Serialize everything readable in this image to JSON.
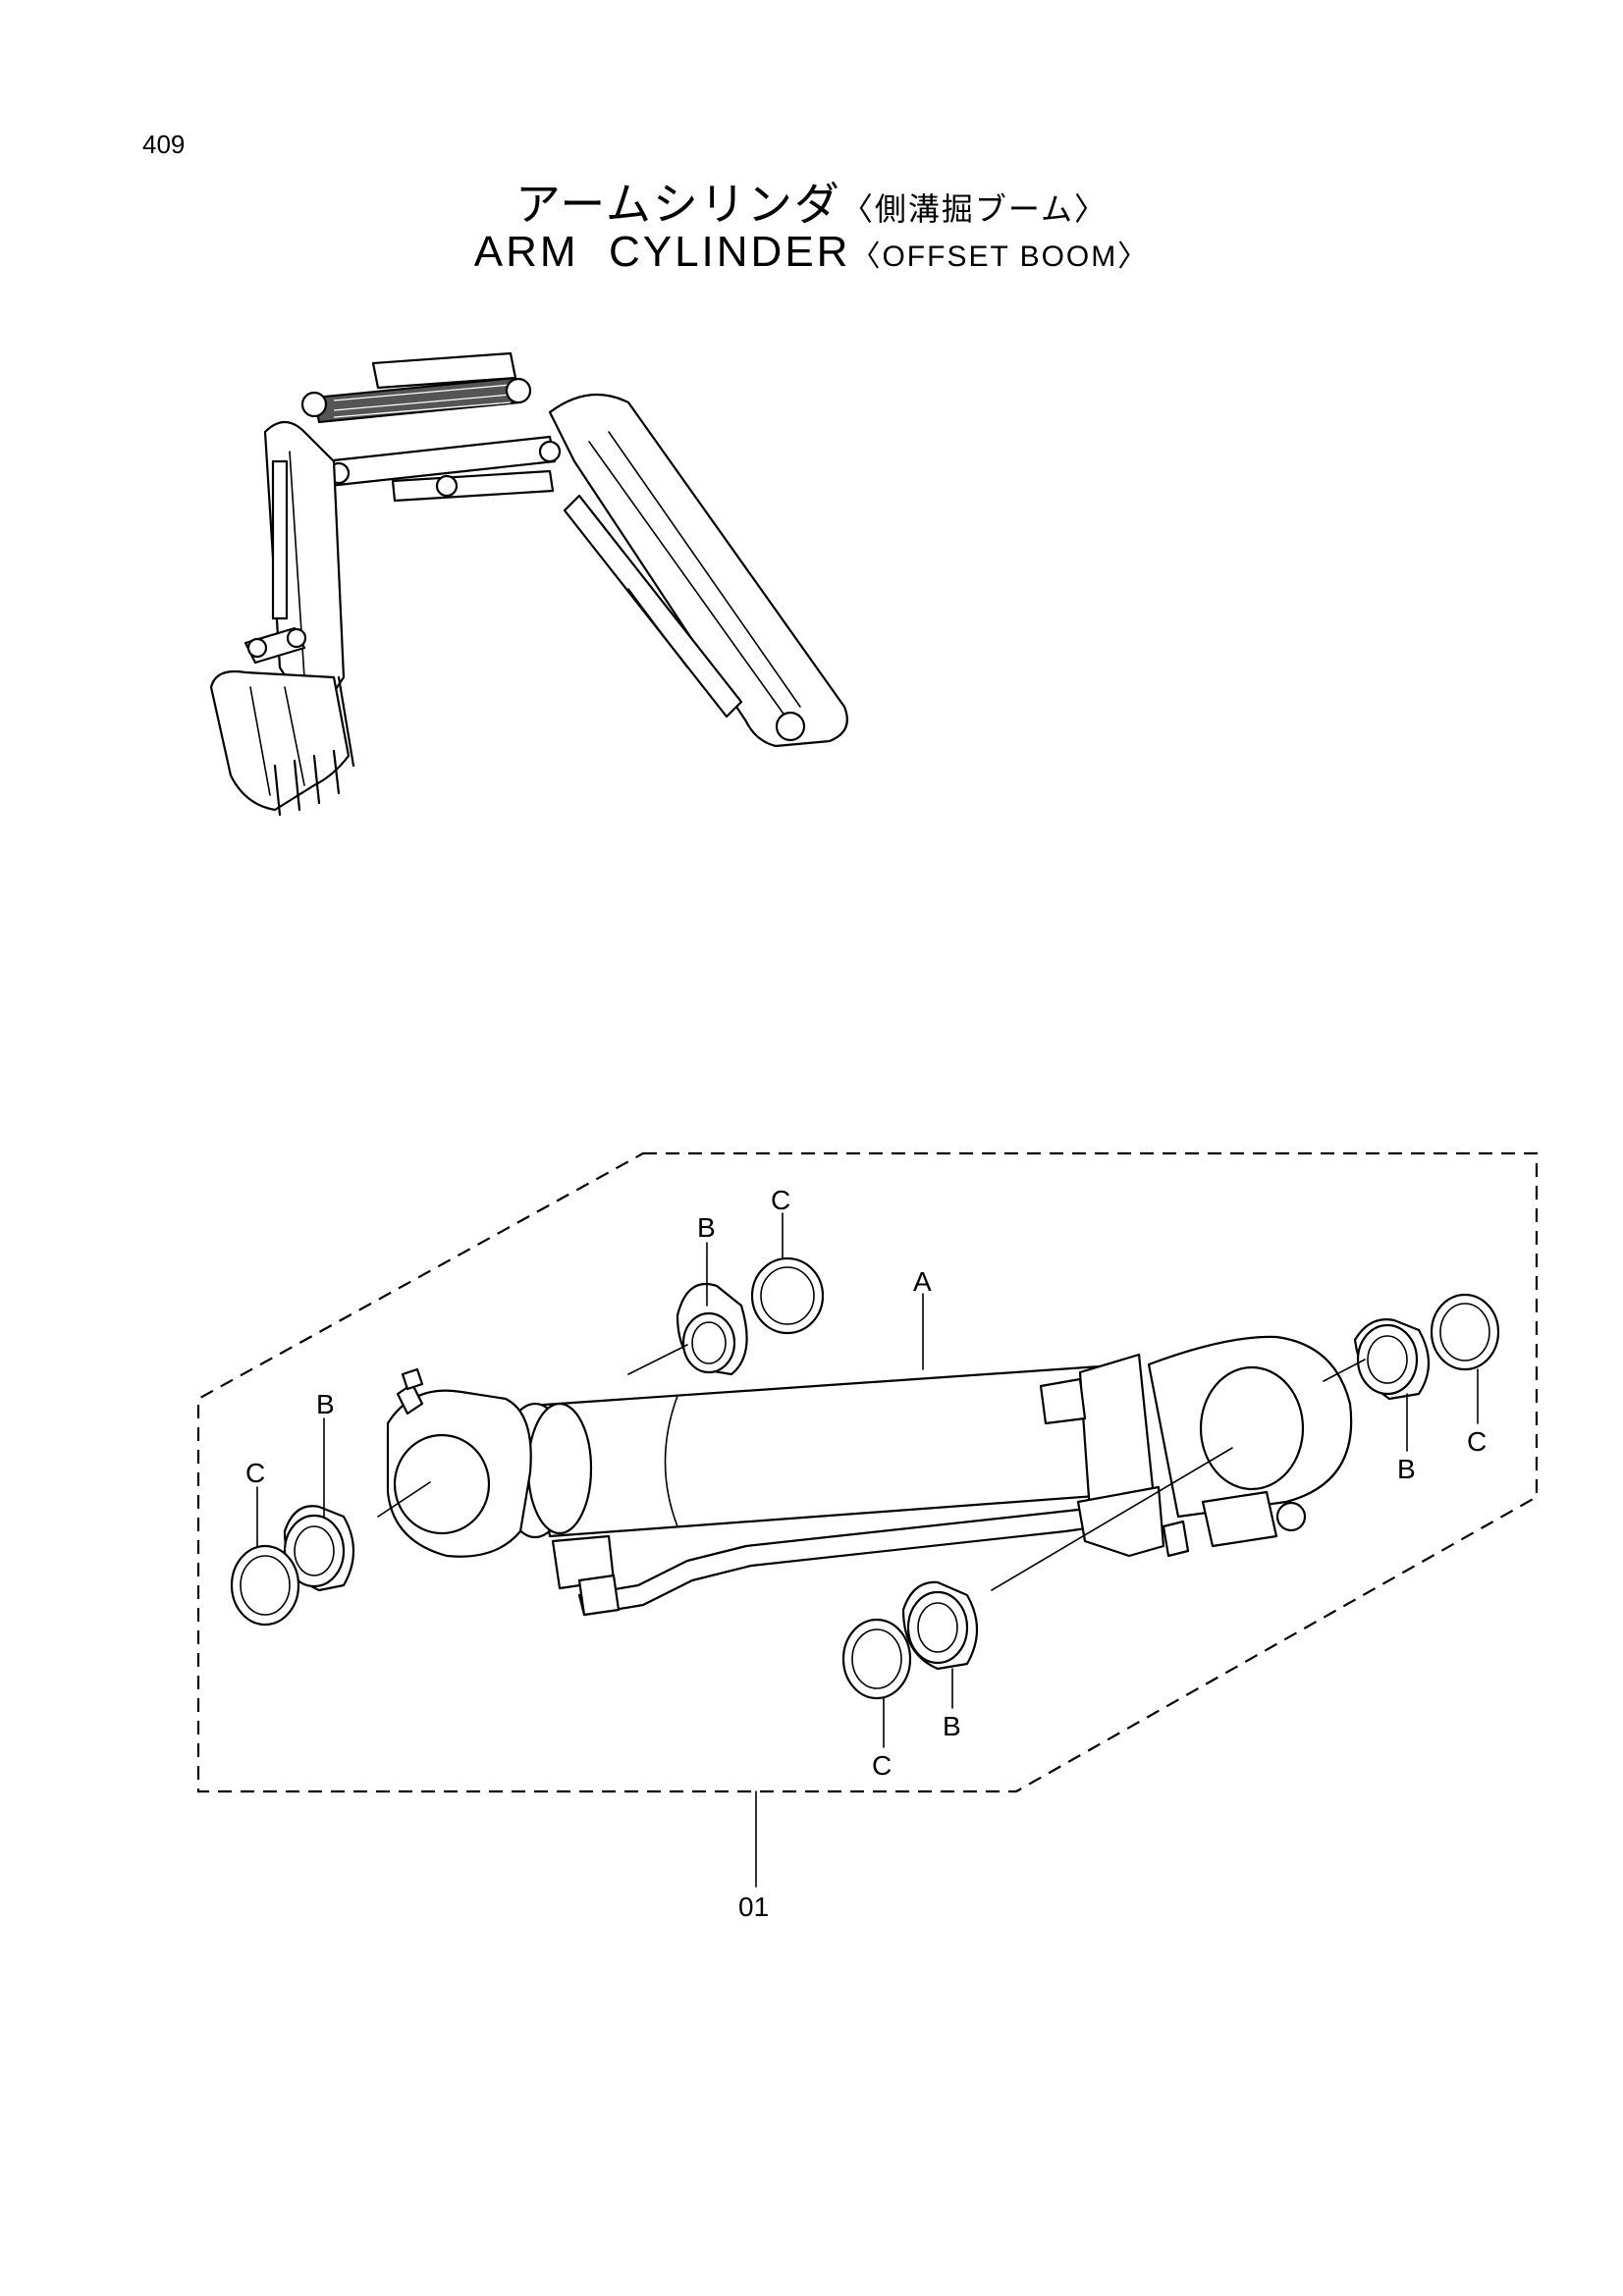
{
  "page_number": "409",
  "title": {
    "jp_main": "アームシリンダ",
    "jp_sub": "〈側溝掘ブーム〉",
    "en_main": "ARM  CYLINDER",
    "en_sub": "〈OFFSET BOOM〉"
  },
  "callouts": {
    "a": "A",
    "b": "B",
    "c": "C",
    "assembly": "01"
  }
}
